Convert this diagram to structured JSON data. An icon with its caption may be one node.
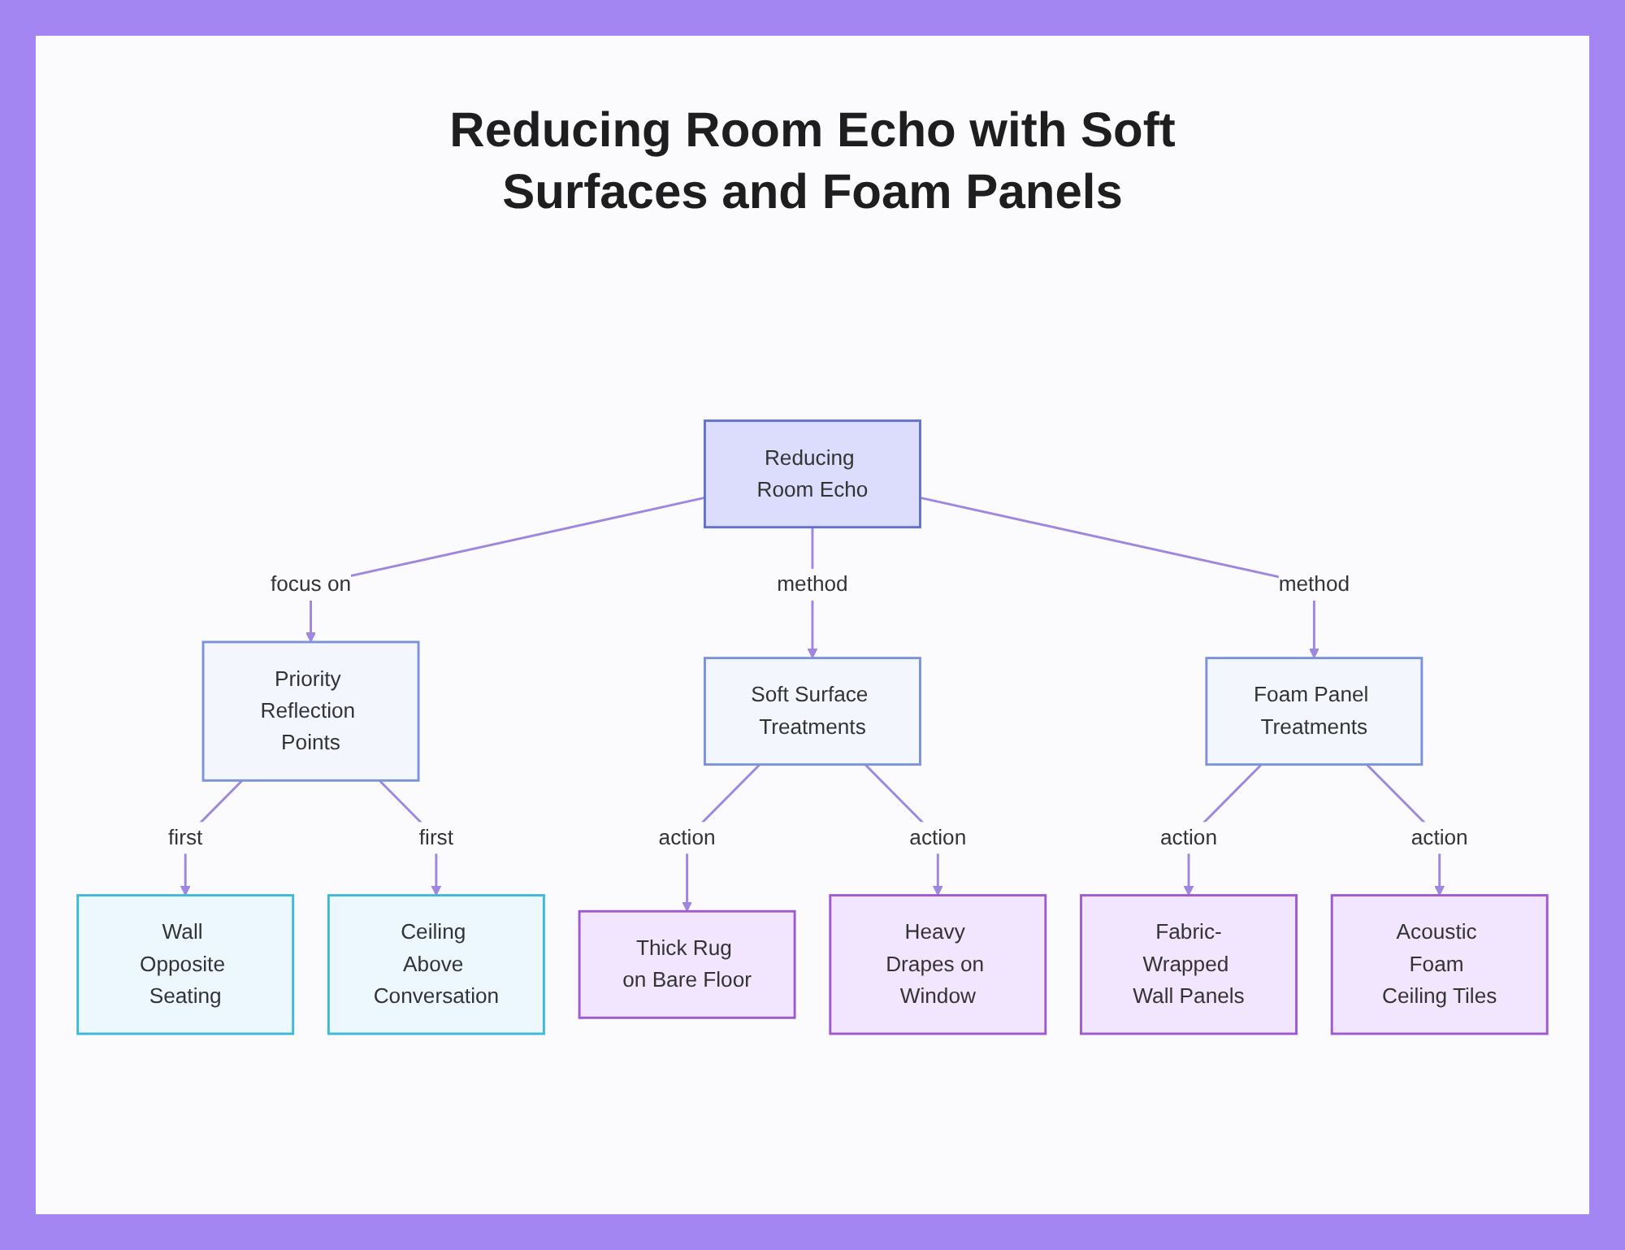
{
  "diagram": {
    "title": "Reducing Room Echo with Soft Surfaces and Foam Panels",
    "nodes": [
      {
        "text": [
          "Reducing Room Echo"
        ]
      },
      {
        "text": [
          "Priority Reflection Points"
        ]
      },
      {
        "text": [
          "Soft Surface Treatments"
        ]
      },
      {
        "text": [
          "Foam Panel Treatments"
        ]
      },
      {
        "text": [
          "Wall Opposite Seating"
        ]
      },
      {
        "text": [
          "Ceiling Above Conversation"
        ]
      },
      {
        "text": [
          "Thick Rug on Bare Floor"
        ]
      },
      {
        "text": [
          "Heavy Drapes on Window"
        ]
      },
      {
        "text": [
          "Fabric-Wrapped Wall Panels"
        ]
      },
      {
        "text": [
          "Acoustic Foam Ceiling Tiles"
        ]
      }
    ],
    "edges": [
      {
        "from": 0,
        "to": 1,
        "arrow": "to",
        "label": "focus on"
      },
      {
        "from": 0,
        "to": 2,
        "arrow": "to",
        "label": "method"
      },
      {
        "from": 0,
        "to": 3,
        "arrow": "to",
        "label": "method"
      },
      {
        "from": 1,
        "to": 4,
        "arrow": "to",
        "label": "first"
      },
      {
        "from": 1,
        "to": 5,
        "arrow": "to",
        "label": "first"
      },
      {
        "from": 2,
        "to": 6,
        "arrow": "to",
        "label": "action"
      },
      {
        "from": 2,
        "to": 7,
        "arrow": "to",
        "label": "action"
      },
      {
        "from": 3,
        "to": 8,
        "arrow": "to",
        "label": "action"
      },
      {
        "from": 3,
        "to": 9,
        "arrow": "to",
        "label": "action"
      }
    ]
  }
}
